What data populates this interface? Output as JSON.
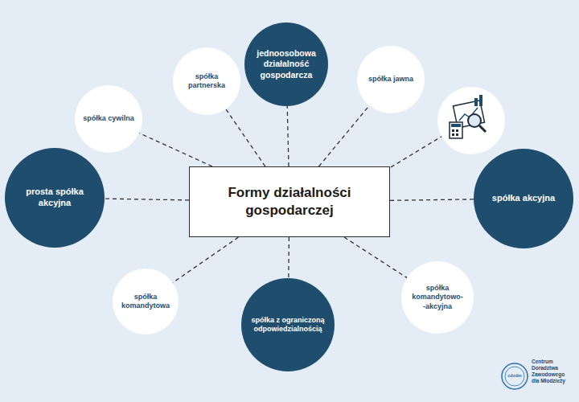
{
  "diagram": {
    "nodes": [
      {
        "text": [
          "jednoosobowa działalność gospodarcza"
        ]
      },
      {
        "text": [
          "spółka partnerska"
        ]
      },
      {
        "text": [
          "spółka jawna"
        ]
      },
      {
        "text": [
          "spółka cywilna"
        ]
      },
      {
        "text": [
          "Formy działalności gospodarczej"
        ]
      },
      {
        "text": [
          "prosta spółka akcyjna"
        ]
      },
      {
        "text": [
          "spółka akcyjna"
        ]
      },
      {
        "text": [
          "spółka komandytowa"
        ]
      },
      {
        "text": [
          "spółka z ograniczoną odpowiedzialnością"
        ]
      },
      {
        "text": [
          "spółka komandytowo- -akcyjna"
        ]
      }
    ],
    "edges": [
      {
        "from": 4,
        "to": 0,
        "arrow": "none"
      },
      {
        "from": 4,
        "to": 1,
        "arrow": "none"
      },
      {
        "from": 4,
        "to": 2,
        "arrow": "none"
      },
      {
        "from": 4,
        "to": 3,
        "arrow": "none"
      },
      {
        "from": 4,
        "to": 5,
        "arrow": "none"
      },
      {
        "from": 4,
        "to": 6,
        "arrow": "none"
      },
      {
        "from": 4,
        "to": 7,
        "arrow": "none"
      },
      {
        "from": 4,
        "to": 8,
        "arrow": "none"
      },
      {
        "from": 4,
        "to": 9,
        "arrow": "none"
      }
    ],
    "labels": [
      "cdzdm",
      "Centrum",
      "Doradztwa",
      "Zawodowego",
      "dla Młodzieży"
    ]
  }
}
